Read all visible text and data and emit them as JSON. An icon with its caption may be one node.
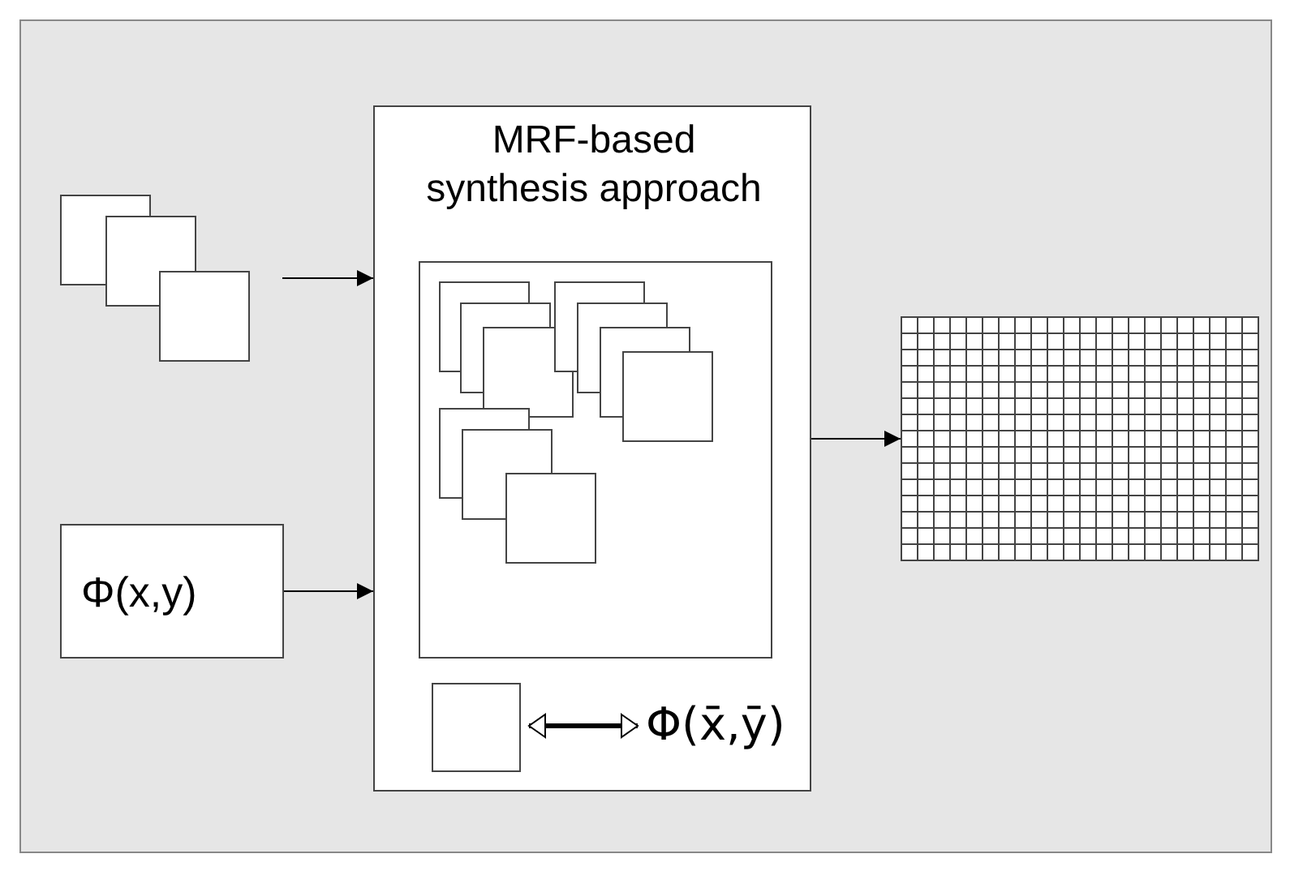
{
  "diagram": {
    "nodes": [
      {
        "text": [],
        "shape": "box"
      },
      {
        "text": [
          "Φ(x,y)"
        ]
      },
      {
        "text": [
          "MRF-based synthesis approach"
        ]
      },
      {
        "text": [],
        "shape": "box",
        "in": 2
      },
      {
        "text": [],
        "shape": "box",
        "in": 2
      },
      {
        "text": [
          "Φ(x̄,ȳ)"
        ],
        "in": 2
      },
      {
        "text": [],
        "shape": "box"
      }
    ],
    "edges": [
      {
        "from": 0,
        "to": 2,
        "arrow": "to"
      },
      {
        "from": 1,
        "to": 2,
        "arrow": "to"
      },
      {
        "from": 2,
        "to": 6,
        "arrow": "to"
      },
      {
        "from": 4,
        "to": 5,
        "arrow": "both",
        "style": "thick"
      }
    ]
  }
}
